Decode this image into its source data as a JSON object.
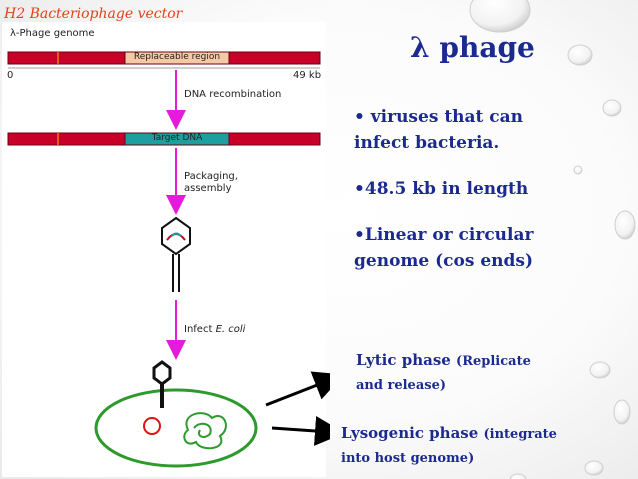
{
  "header": {
    "title": "H2 Bacteriophage vector"
  },
  "diagram": {
    "genome_label": "λ-Phage genome",
    "replaceable_region_label": "Replaceable region",
    "scale_start": "0",
    "scale_end": "49 kb",
    "step1": "DNA recombination",
    "target_dna_label": "Target DNA",
    "step2": "Packaging,\nassembly",
    "step3_prefix": "Infect ",
    "step3_organism": "E. coli"
  },
  "main": {
    "title": "λ phage",
    "bullets": [
      "• viruses that can\ninfect bacteria.",
      "•48.5 kb in length",
      "•Linear or circular\ngenome (cos ends)"
    ],
    "lytic": {
      "name": "Lytic phase ",
      "detail": "(Replicate\nand release)"
    },
    "lysogenic": {
      "name": "Lysogenic phase ",
      "detail": "(integrate\ninto host genome)"
    }
  },
  "colors": {
    "title": "#1b2a8f",
    "header": "#e0431a",
    "genome_bar": "#c80028",
    "arrow": "#e61adc",
    "region": "#f5c9a6",
    "target": "#1e9e9e",
    "cell": "#2e9a2e"
  }
}
